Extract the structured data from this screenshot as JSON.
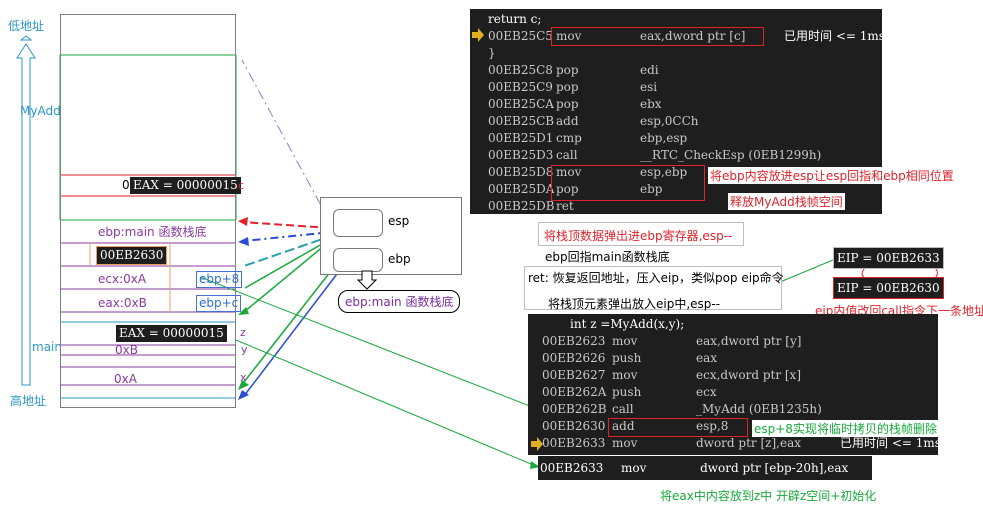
{
  "left_labels": {
    "low_address": "低地址",
    "myadd": "MyAdd",
    "main": "main",
    "high_address": "高地址"
  },
  "stack": {
    "eax_zero": "0",
    "eax_myadd": "EAX = 00000015",
    "eax_myadd_marker": "c",
    "ebp_main": "ebp:main 函数栈底",
    "ret_addr": "00EB2630",
    "ecx": "ecx:0xA",
    "ebp_plus8": "ebp+8",
    "eax": "eax:0xB",
    "ebp_plusc": "ebp+c",
    "eax_main": "EAX = 00000015",
    "z": "z",
    "xB": "0xB",
    "y": "y",
    "xA": "0xA",
    "x": "x"
  },
  "registers": {
    "esp": "esp",
    "ebp": "ebp",
    "caption": "ebp:main 函数栈底"
  },
  "code_top": {
    "return_line": "    return c;",
    "rows": [
      {
        "addr": "00EB25C5",
        "op": "mov",
        "args": "eax,dword ptr [c]",
        "note": "已用时间 <= 1ms"
      },
      {
        "addr": "}",
        "op": "",
        "args": "",
        "note": ""
      },
      {
        "addr": "00EB25C8",
        "op": "pop",
        "args": "edi",
        "note": ""
      },
      {
        "addr": "00EB25C9",
        "op": "pop",
        "args": "esi",
        "note": ""
      },
      {
        "addr": "00EB25CA",
        "op": "pop",
        "args": "ebx",
        "note": ""
      },
      {
        "addr": "00EB25CB",
        "op": "add",
        "args": "esp,0CCh",
        "note": ""
      },
      {
        "addr": "00EB25D1",
        "op": "cmp",
        "args": "ebp,esp",
        "note": ""
      },
      {
        "addr": "00EB25D3",
        "op": "call",
        "args": "__RTC_CheckEsp (0EB1299h)",
        "note": ""
      },
      {
        "addr": "00EB25D8",
        "op": "mov",
        "args": "esp,ebp",
        "note": ""
      },
      {
        "addr": "00EB25DA",
        "op": "pop",
        "args": "ebp",
        "note": ""
      },
      {
        "addr": "00EB25DB",
        "op": "ret",
        "args": "",
        "note": ""
      }
    ]
  },
  "annotations": {
    "ebp_to_esp": "将ebp内容放进esp让esp回指和ebp相同位置",
    "release_frame": "释放MyAdd栈帧空间",
    "pop_ebp": "将栈顶数据弹出进ebp寄存器,esp--",
    "ebp_back": "ebp回指main函数栈底",
    "ret_desc": "ret: 恢复返回地址，压入eip，类似pop eip命令",
    "pop_eip": "将栈顶元素弹出放入eip中,esp--",
    "eip_before": "EIP = 00EB2633",
    "eip_after": "EIP = 00EB2630",
    "eip_note": "eip内值改回call指令下一条地址",
    "esp8_note": "esp+8实现将临时拷贝的栈帧删除",
    "eax_to_z": "将eax中内容放到z中 开辟z空间+初始化"
  },
  "code_bottom": {
    "header": "int z =MyAdd(x,y);",
    "rows": [
      {
        "addr": "00EB2623",
        "op": "mov",
        "args": "eax,dword ptr [y]",
        "note": ""
      },
      {
        "addr": "00EB2626",
        "op": "push",
        "args": "eax",
        "note": ""
      },
      {
        "addr": "00EB2627",
        "op": "mov",
        "args": "ecx,dword ptr [x]",
        "note": ""
      },
      {
        "addr": "00EB262A",
        "op": "push",
        "args": "ecx",
        "note": ""
      },
      {
        "addr": "00EB262B",
        "op": "call",
        "args": "_MyAdd (0EB1235h)",
        "note": ""
      },
      {
        "addr": "00EB2630",
        "op": "add",
        "args": "esp,8",
        "note": ""
      },
      {
        "addr": "00EB2633",
        "op": "mov",
        "args": "dword ptr [z],eax",
        "note": "已用时间 <= 1ms"
      }
    ],
    "extra_line": {
      "addr": "00EB2633",
      "op": "mov",
      "args": "dword ptr [ebp-20h],eax"
    }
  },
  "colors": {
    "cyan": "#2a97c9",
    "purple": "#8b3a9e",
    "red": "#e0222a",
    "green": "#18a93c",
    "code_bg": "#1e1e1e"
  },
  "icons": [
    "arrow-up-icon",
    "current-line-arrow-icon",
    "down-arrow-icon"
  ]
}
